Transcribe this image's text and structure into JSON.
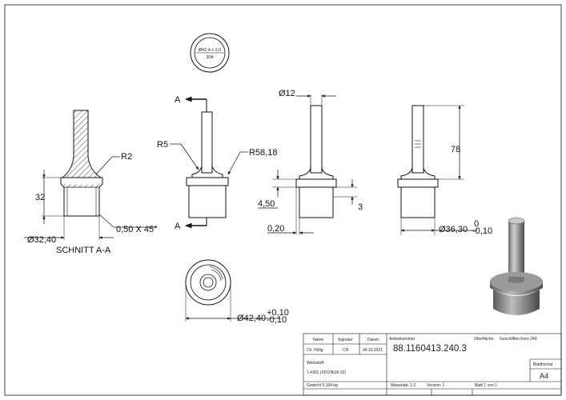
{
  "stamp": {
    "line1": "Ø42,4 x 2,0",
    "line2": "304"
  },
  "section_view": {
    "radius_label": "R2",
    "height_label": "32",
    "diameter_label": "Ø32,40",
    "chamfer_label": "0,50 X 45°",
    "caption": "SCHNITT A-A"
  },
  "front_view": {
    "section_marker_top": "A",
    "section_marker_bottom": "A",
    "radius_small_label": "R5",
    "radius_large_label": "R58,18"
  },
  "side_view": {
    "rod_diameter_label": "Ø12",
    "shoulder_label": "4,50",
    "step_label": "3",
    "gap_label": "0,20"
  },
  "right_view": {
    "height_label": "78",
    "diameter_label": "Ø36,30",
    "tol_upper": "0",
    "tol_lower": "-0,10"
  },
  "bottom_view": {
    "diameter_label": "Ø42,40",
    "tol_upper": "+0,10",
    "tol_lower": "-0,10"
  },
  "title_block": {
    "headers": {
      "name": "Name",
      "signature": "Signatur",
      "date": "Datum"
    },
    "drawer": {
      "name": "Ch. Hölig",
      "signature": "CH",
      "date": "04.10.2021"
    },
    "article_label": "Artikelnummer",
    "article_number": "88.1160413.240.3",
    "surface_label": "Oberfläche:",
    "surface_value": "Geschliffen Korn 240",
    "material_label": "Werkstoff:",
    "material_value": "1.4301 (X5CrNi18-10)",
    "sheet_format_label": "Blattformat",
    "sheet_format_value": "A4",
    "weight": "Gewicht 0,164 kg",
    "scale": "Massstab: 1:2",
    "version": "Version: 1",
    "sheet": "Blatt 1 von 1"
  },
  "colors": {
    "line": "#111111",
    "hatch": "#333333",
    "part_light": "#b5b5b5",
    "part_dark": "#5a5a5a"
  }
}
